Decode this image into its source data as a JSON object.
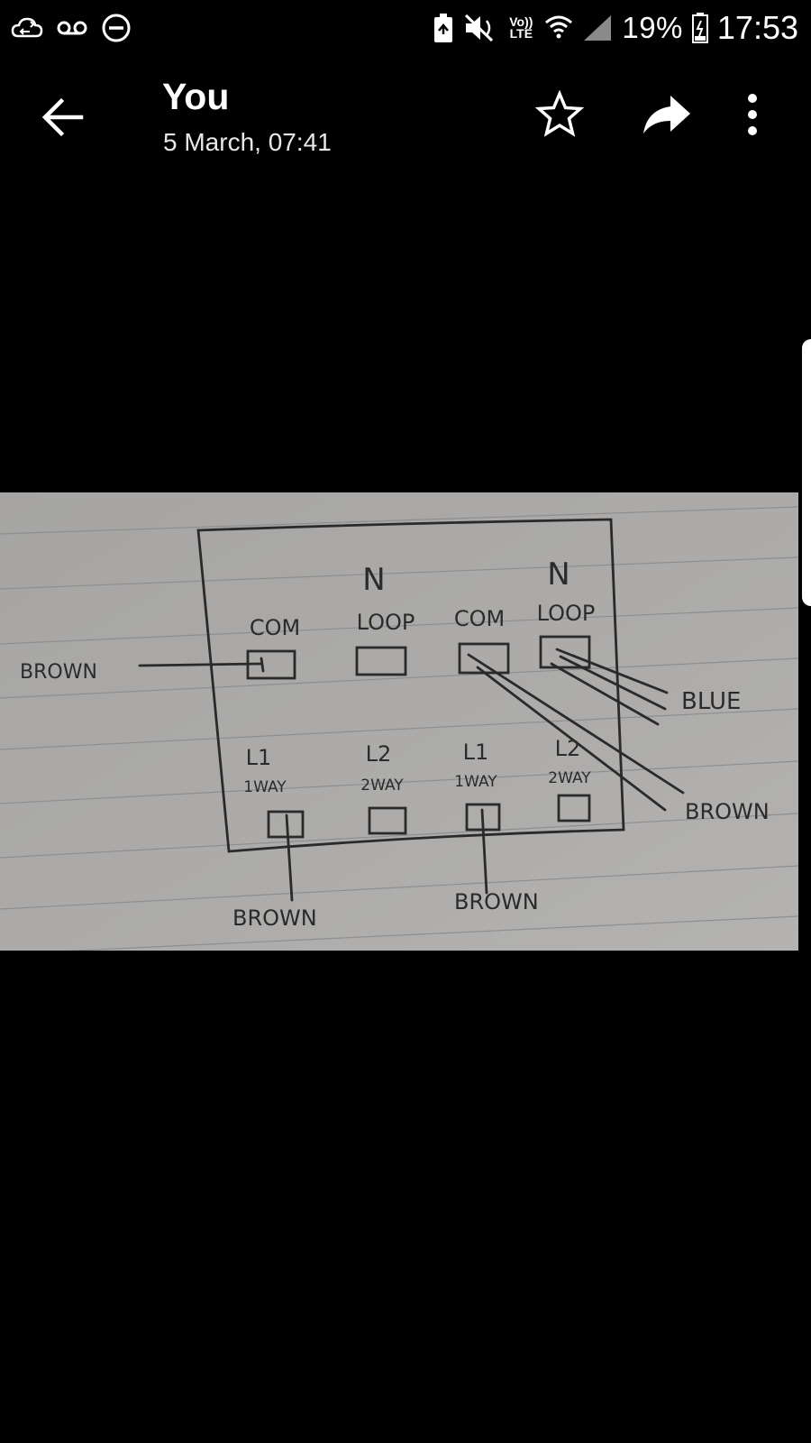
{
  "status_bar": {
    "battery_percent": "19%",
    "time": "17:53",
    "lte_top": "Vo))",
    "lte_bottom": "LTE",
    "icons": [
      "cloud-sync-icon",
      "voicemail-icon",
      "do-not-disturb-icon",
      "battery-saver-icon",
      "mute-icon",
      "volte-icon",
      "wifi-icon",
      "signal-icon",
      "battery-icon"
    ]
  },
  "header": {
    "title": "You",
    "subtitle": "5 March, 07:41",
    "icons": [
      "back-arrow-icon",
      "star-icon",
      "share-icon",
      "more-vert-icon"
    ]
  },
  "diagram": {
    "top_labels": [
      "N",
      "N"
    ],
    "terminal_top_labels": [
      "COM",
      "LOOP",
      "COM",
      "LOOP"
    ],
    "bottom_labels_l": [
      "L1",
      "L2",
      "L1",
      "L2"
    ],
    "bottom_labels_way": [
      "1WAY",
      "2WAY",
      "1WAY",
      "2WAY"
    ],
    "wire_left": "BROWN",
    "wire_blue": "BLUE",
    "wire_brown_right": "BROWN",
    "wire_bottom_left": "BROWN",
    "wire_bottom_right": "BROWN"
  },
  "colors": {
    "background": "#000000",
    "paper": "#a8a7a5",
    "ink": "#2a2a2a"
  }
}
